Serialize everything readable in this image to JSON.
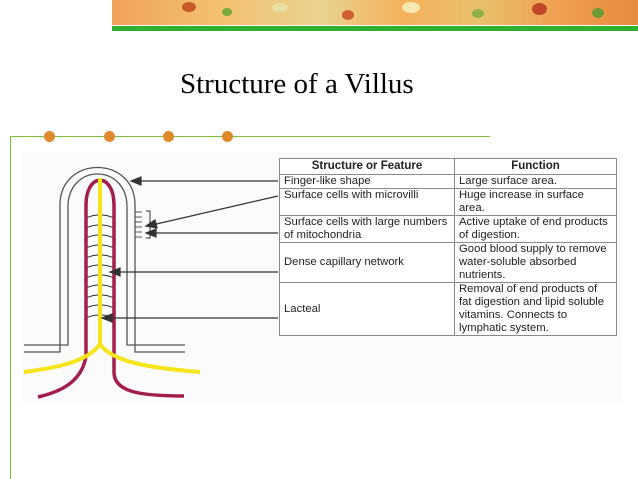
{
  "slide": {
    "title": "Structure of a Villus",
    "colors": {
      "accent_green": "#2fb02f",
      "accent_orange": "#e08a2e",
      "blood_vessel": "#a31e4a",
      "lacteal": "#f5e51a"
    }
  },
  "table": {
    "headers": [
      "Structure or Feature",
      "Function"
    ],
    "rows": [
      {
        "feature": "Finger-like shape",
        "function": "Large surface area."
      },
      {
        "feature": "Surface cells with microvilli",
        "function": "Huge increase in surface area."
      },
      {
        "feature": "Surface cells with large numbers of mitochondria",
        "function": "Active uptake of end products of digestion."
      },
      {
        "feature": "Dense capillary network",
        "function": "Good blood supply to remove water-soluble absorbed nutrients."
      },
      {
        "feature": "Lacteal",
        "function": "Removal of end products of fat digestion and lipid soluble vitamins. Connects to lymphatic system."
      }
    ]
  }
}
